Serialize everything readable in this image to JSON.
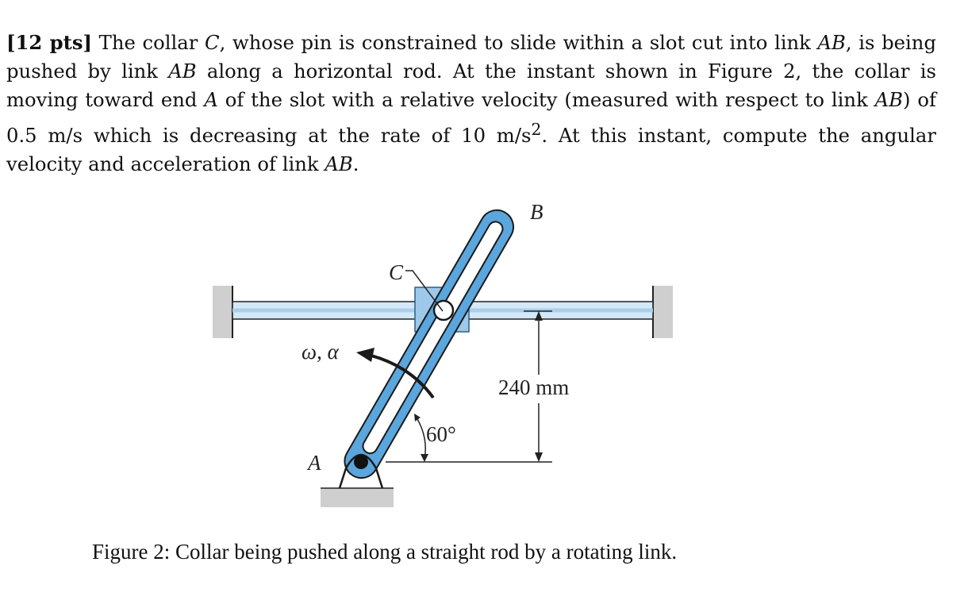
{
  "problem": {
    "points": "[12 pts]",
    "t1": " The collar ",
    "v_C": "C",
    "t2": ", whose pin is constrained to slide within a slot cut into link ",
    "v_AB1": "AB",
    "t3": ", is being pushed by link ",
    "v_AB2": "AB",
    "t4": " along a horizontal rod. At the instant shown in Figure 2, the collar is moving toward end ",
    "v_A": "A",
    "t5": " of the slot with a relative velocity (measured with respect to link ",
    "v_AB3": "AB",
    "t6": ") of 0.5 m/s which is decreasing at the rate of 10 m/s",
    "sup2": "2",
    "t7": ". At this instant, compute the angular velocity and acceleration of link ",
    "v_AB4": "AB",
    "t8": "."
  },
  "figure": {
    "label_B": "B",
    "label_C": "C",
    "label_A": "A",
    "label_omega_alpha": "ω, α",
    "label_dimension": "240 mm",
    "label_angle": "60°",
    "colors": {
      "link_blue": "#5aa6dd",
      "link_outline": "#1a1a1a",
      "rod_light": "#d4e8f6",
      "wall_gray": "#cfcfcf",
      "collar_blue": "#9fc9eb"
    }
  },
  "caption": "Figure 2: Collar being pushed along a straight rod by a rotating link."
}
